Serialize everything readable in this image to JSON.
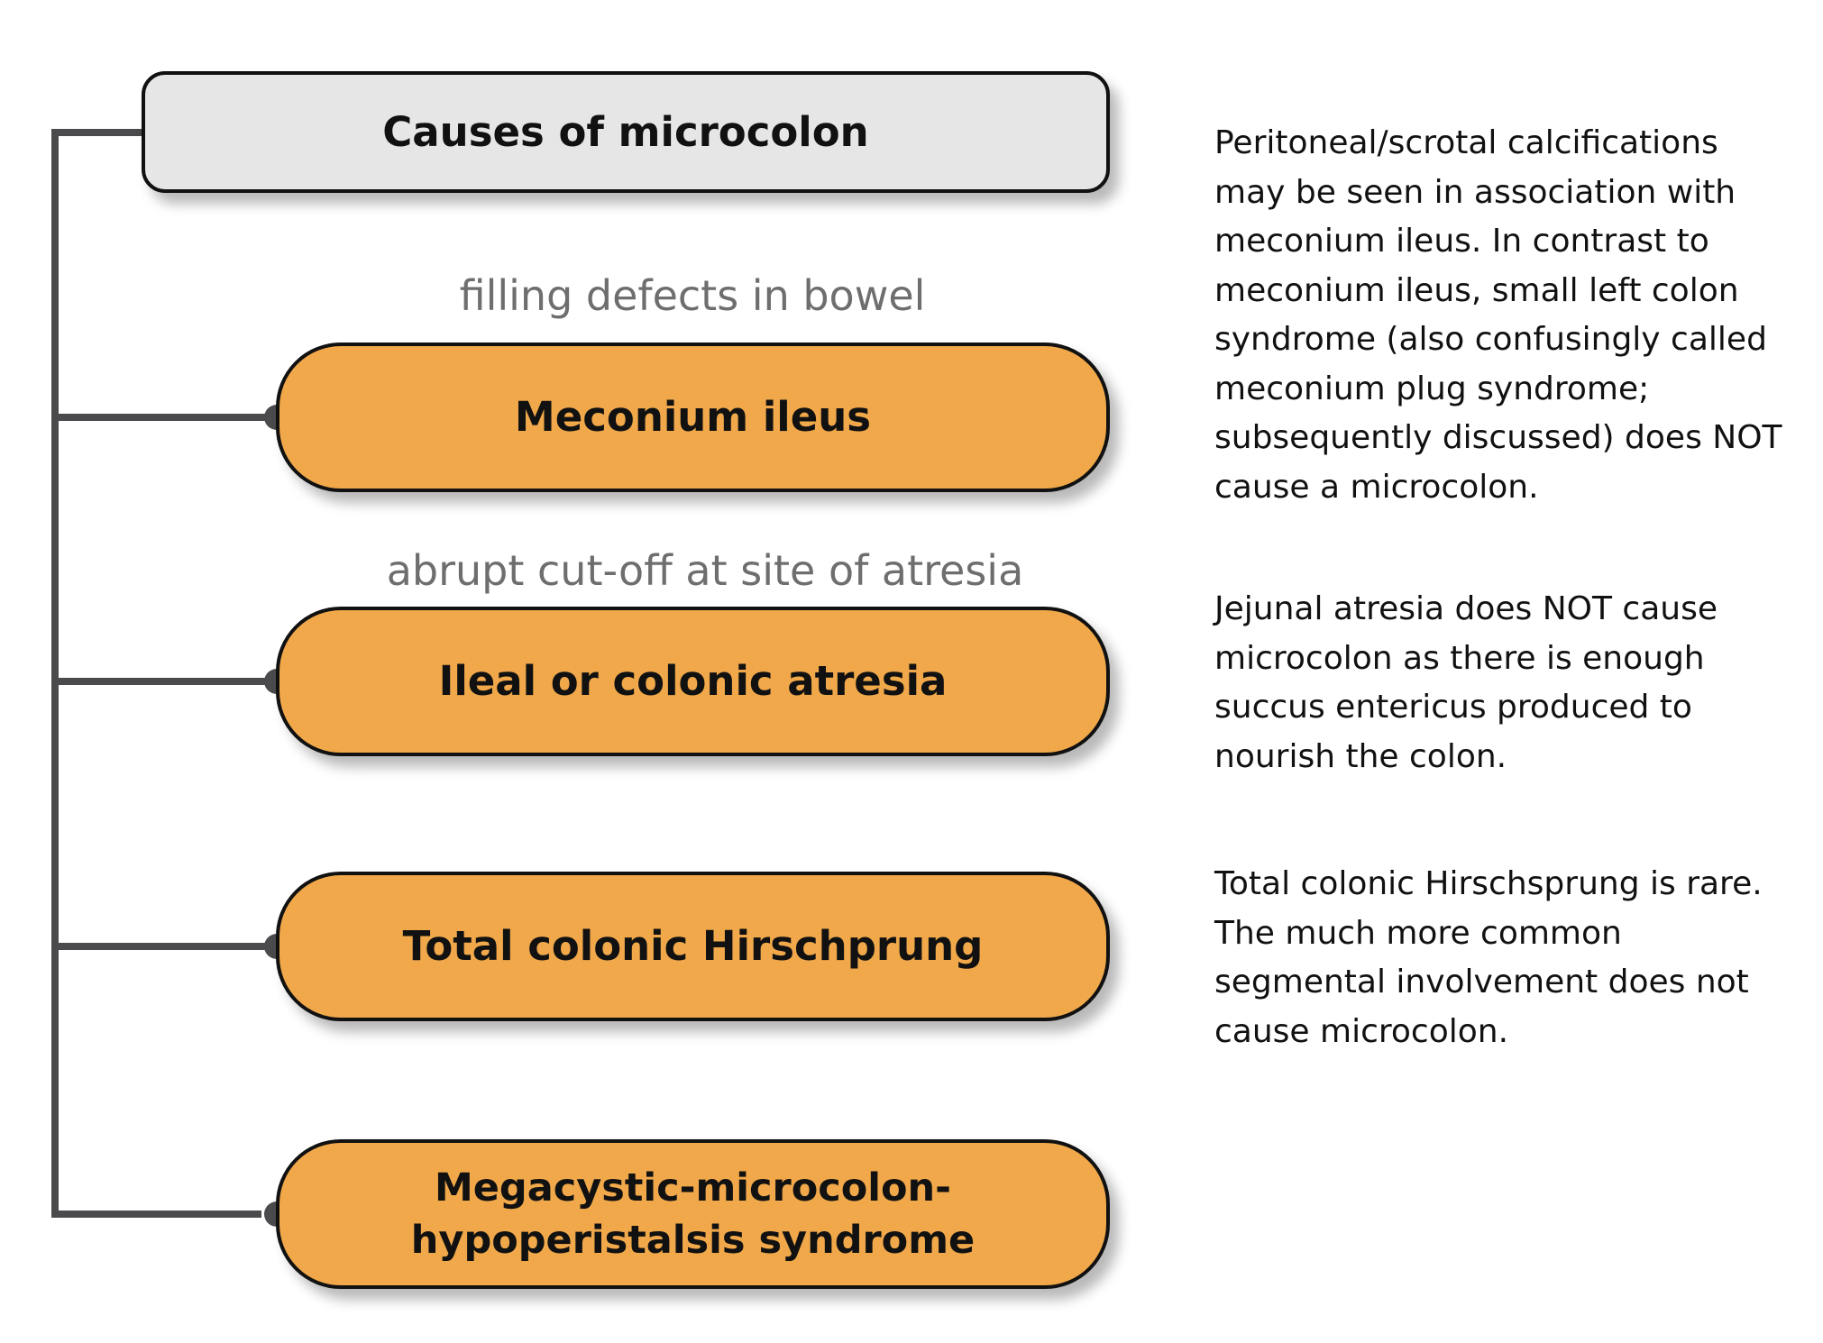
{
  "diagram": {
    "title": "Causes of microcolon",
    "colors": {
      "title_fill": "#e6e6e7",
      "cause_fill": "#f0a84a",
      "connector": "#4b4b4d",
      "finding_text": "#6e6e6e"
    },
    "causes": [
      {
        "label": "Meconium ileus",
        "finding": "filling defects in bowel"
      },
      {
        "label": "Ileal or colonic atresia",
        "finding": "abrupt cut-off at site of atresia"
      },
      {
        "label": "Total colonic Hirschprung",
        "finding": ""
      },
      {
        "label": "Megacystic-microcolon-hypoperistalsis syndrome",
        "finding": ""
      }
    ]
  },
  "notes": [
    "Peritoneal/scrotal calcifications may be seen in association with meconium ileus. In contrast to meconium ileus, small left colon syndrome (also confusingly called meconium plug syndrome; subsequently discussed) does NOT cause a microcolon.",
    "Jejunal atresia does NOT cause microcolon as there is enough succus entericus produced to nourish the colon.",
    "Total colonic Hirschsprung is rare. The much more common segmental involvement does not cause microcolon."
  ]
}
